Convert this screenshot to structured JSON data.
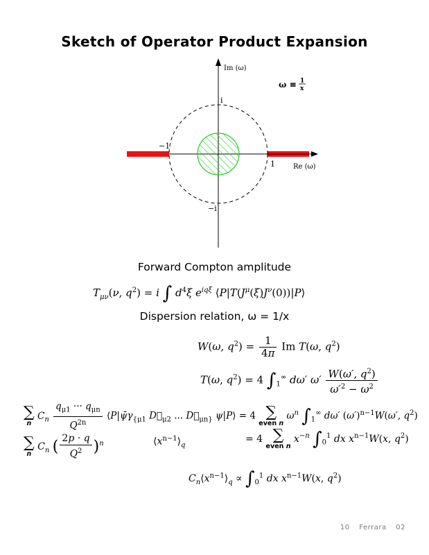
{
  "title": "Sketch of Operator Product Expansion",
  "diagram": {
    "axis_im": "Im (ω)",
    "axis_re": "Re (ω)",
    "label_i": "i",
    "label_minus_i": "−i",
    "label_minus_one": "−1",
    "label_one": "1",
    "definition": "ω ≡ 1/x",
    "cut_color": "#ee1111",
    "hatch_color": "#22cc22"
  },
  "section1": "Forward Compton amplitude",
  "section2": "Dispersion relation, ω = 1/x",
  "footer": {
    "page": "10",
    "author": "Ferrara",
    "number": "02"
  }
}
